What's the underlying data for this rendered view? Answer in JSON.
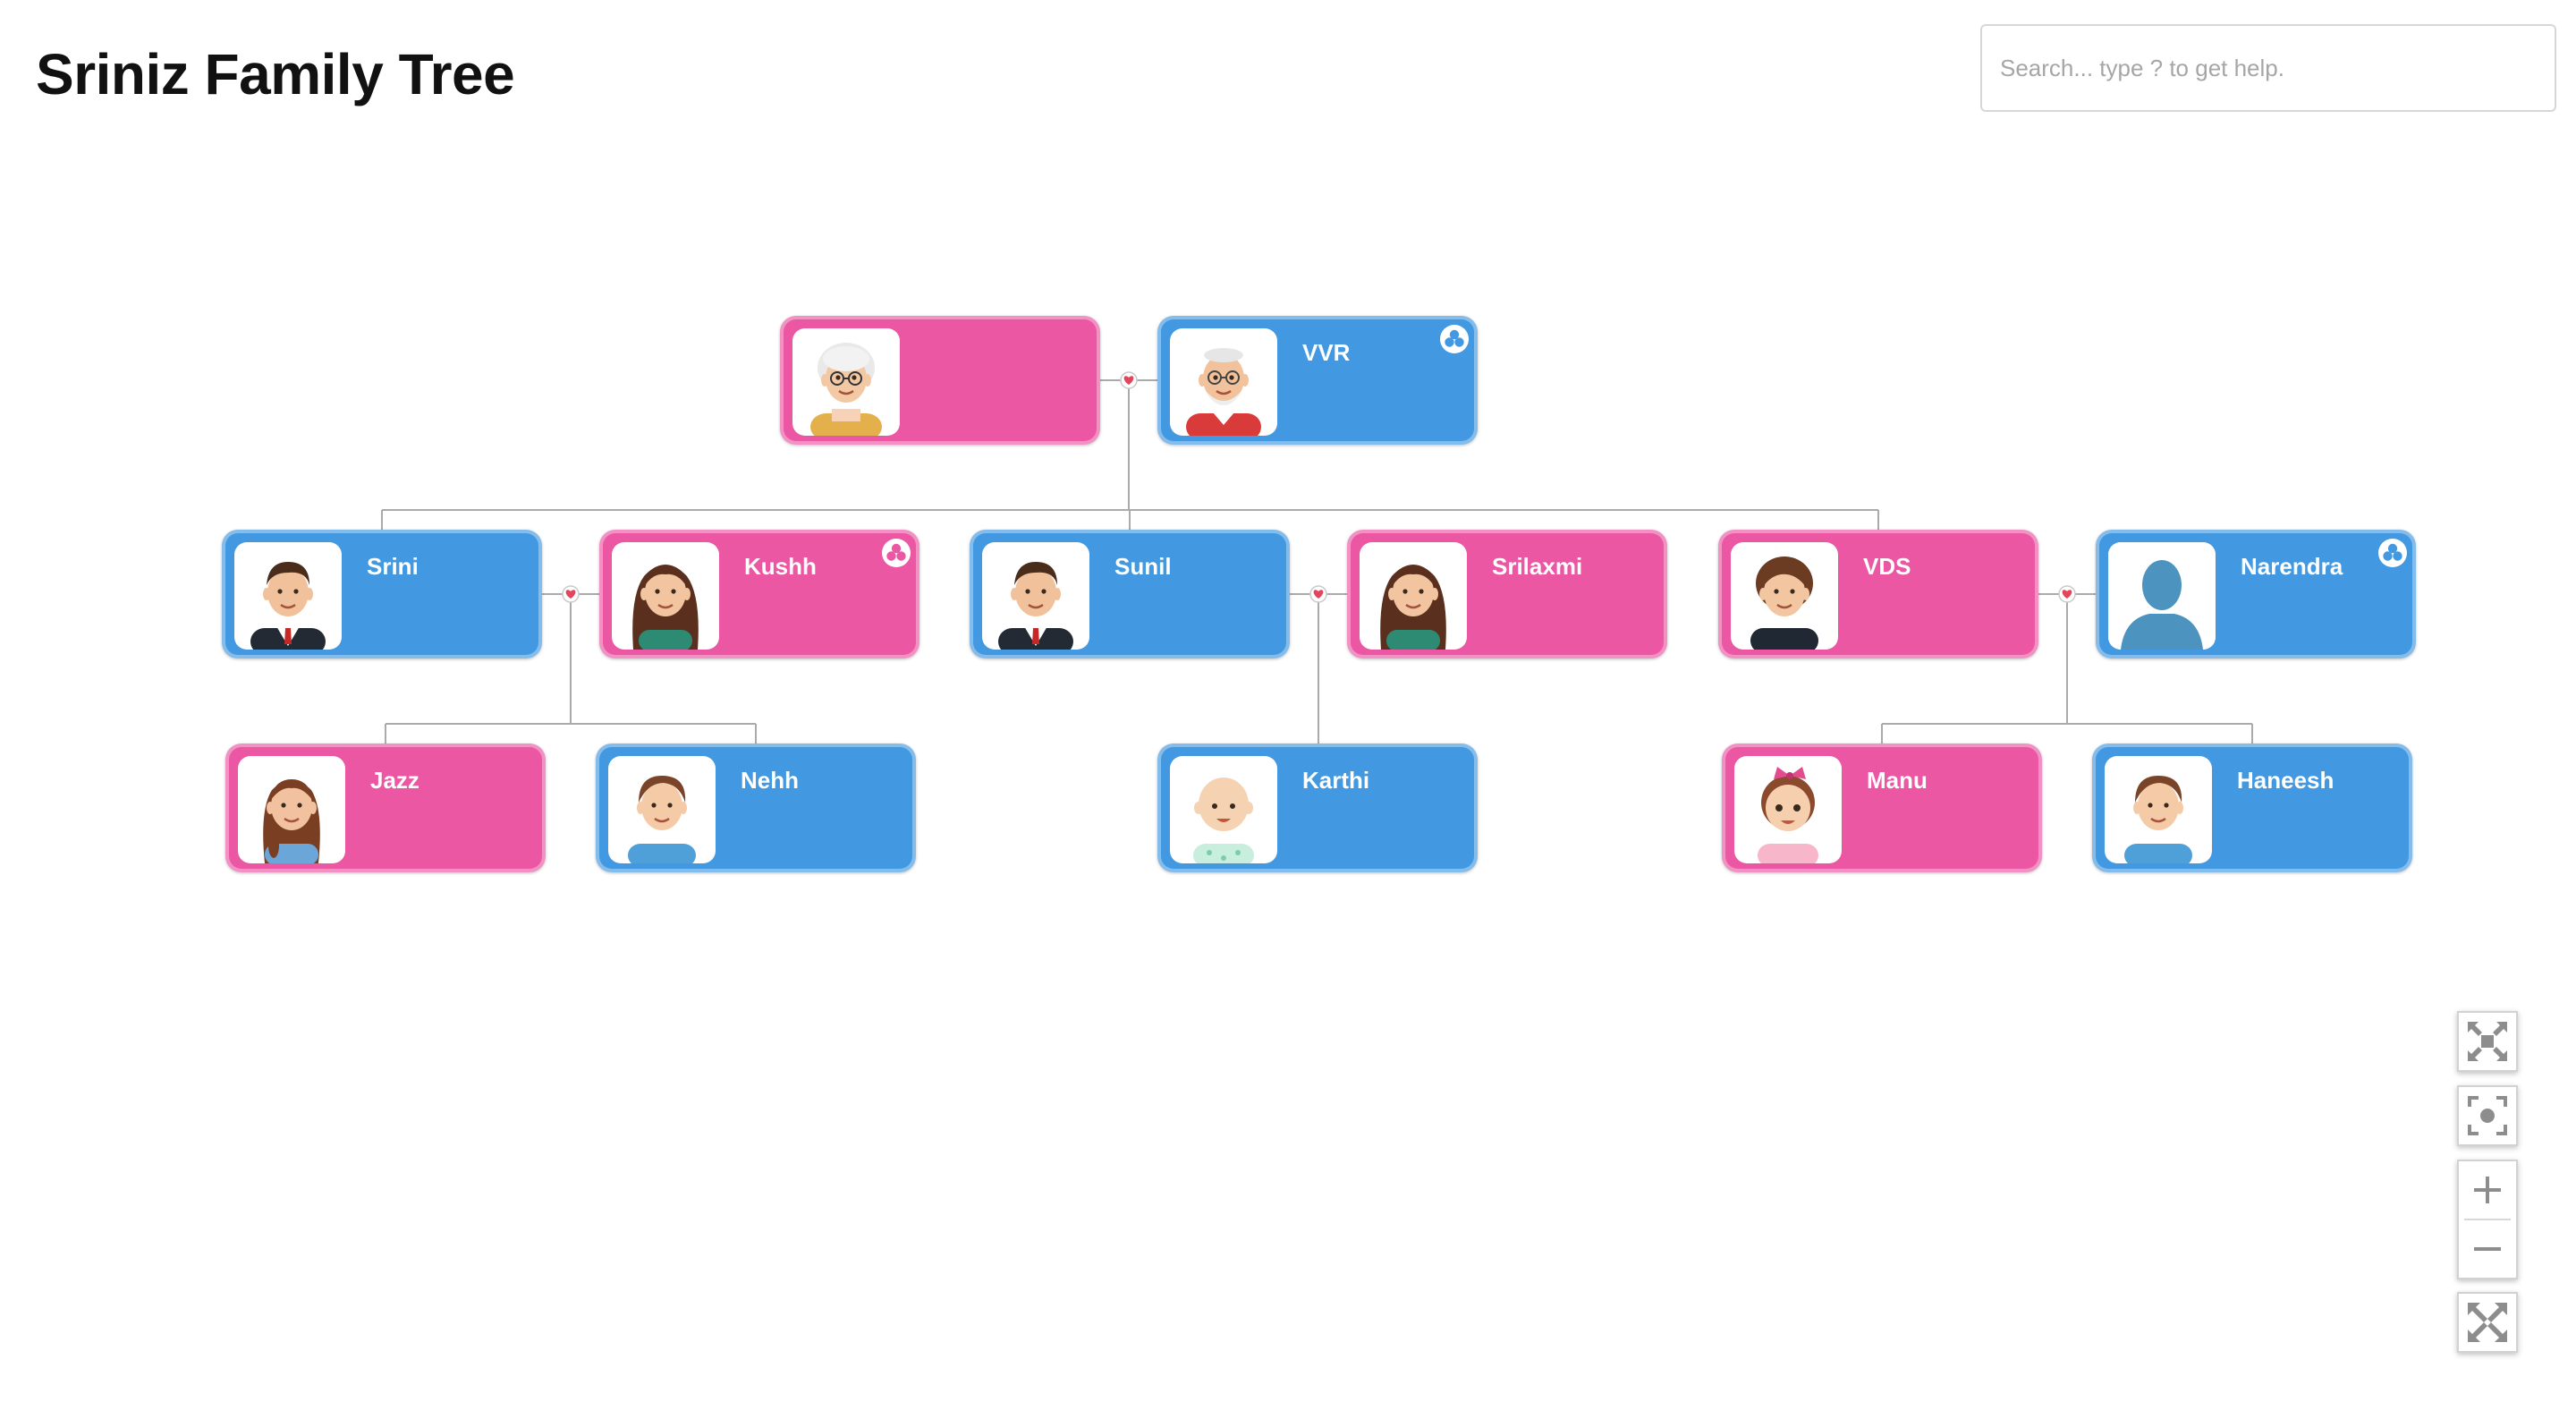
{
  "title": "Sriniz Family Tree",
  "search": {
    "placeholder": "Search... type ? to get help."
  },
  "colors": {
    "male": "#4299e1",
    "female": "#eb57a3",
    "link": "#aaaaaa",
    "heart": "#e2455c"
  },
  "people": [
    {
      "id": "grandmother",
      "name": "",
      "gender": "female",
      "avatar": "grandmother-avatar",
      "children_icon": false
    },
    {
      "id": "vvr",
      "name": "VVR",
      "gender": "male",
      "avatar": "grandfather-avatar",
      "children_icon": true
    },
    {
      "id": "srini",
      "name": "Srini",
      "gender": "male",
      "avatar": "man-avatar",
      "children_icon": false
    },
    {
      "id": "kushh",
      "name": "Kushh",
      "gender": "female",
      "avatar": "woman-avatar",
      "children_icon": true
    },
    {
      "id": "sunil",
      "name": "Sunil",
      "gender": "male",
      "avatar": "man-avatar",
      "children_icon": false
    },
    {
      "id": "srilaxmi",
      "name": "Srilaxmi",
      "gender": "female",
      "avatar": "woman-avatar",
      "children_icon": false
    },
    {
      "id": "vds",
      "name": "VDS",
      "gender": "female",
      "avatar": "woman-short-hair-avatar",
      "children_icon": false
    },
    {
      "id": "narendra",
      "name": "Narendra",
      "gender": "male",
      "avatar": "silhouette-avatar",
      "children_icon": true
    },
    {
      "id": "jazz",
      "name": "Jazz",
      "gender": "female",
      "avatar": "girl-braid-avatar",
      "children_icon": false
    },
    {
      "id": "nehh",
      "name": "Nehh",
      "gender": "male",
      "avatar": "boy-avatar",
      "children_icon": false
    },
    {
      "id": "karthi",
      "name": "Karthi",
      "gender": "male",
      "avatar": "baby-avatar",
      "children_icon": false
    },
    {
      "id": "manu",
      "name": "Manu",
      "gender": "female",
      "avatar": "baby-girl-avatar",
      "children_icon": false
    },
    {
      "id": "haneesh",
      "name": "Haneesh",
      "gender": "male",
      "avatar": "boy-avatar",
      "children_icon": false
    }
  ],
  "couples": [
    {
      "partners": [
        "grandmother",
        "vvr"
      ],
      "children": [
        "srini",
        "sunil",
        "vds"
      ]
    },
    {
      "partners": [
        "srini",
        "kushh"
      ],
      "children": [
        "jazz",
        "nehh"
      ]
    },
    {
      "partners": [
        "sunil",
        "srilaxmi"
      ],
      "children": [
        "karthi"
      ]
    },
    {
      "partners": [
        "vds",
        "narendra"
      ],
      "children": [
        "manu",
        "haneesh"
      ]
    }
  ],
  "controls": [
    "fit-all-icon",
    "center-icon",
    "zoom-in-icon",
    "zoom-out-icon",
    "fullscreen-icon"
  ]
}
